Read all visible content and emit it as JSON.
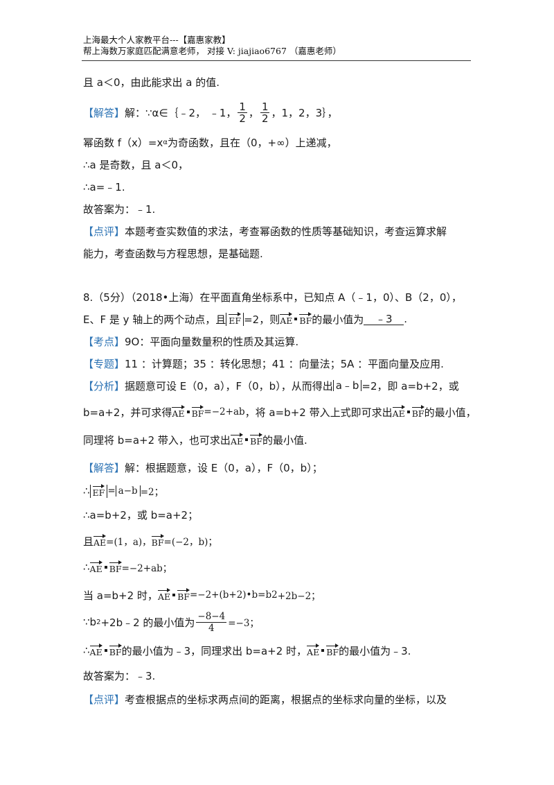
{
  "header": {
    "line1": "上海最大个人家教平台---【嘉惠家教】",
    "line2": "帮上海数万家庭匹配满意老师， 对接 V: jiajiao6767 （嘉惠老师）"
  },
  "p7": {
    "intro": "且 a＜0，由此能求出 a 的值.",
    "jieda_tag": "【解答】",
    "jieda_head": "解：∵α∈｛﹣2， ﹣1，",
    "f1_num": "1",
    "f1_den": "2",
    "sep": "，",
    "f2_num": "1",
    "f2_den": "2",
    "jieda_tail": "，1，2，3｝，",
    "l2": "幂函数 f（x）=x",
    "l2_sup": "α",
    "l2_rest": "为奇函数，且在（0，+∞）上递减，",
    "l3": "∴a 是奇数，且 a＜0，",
    "l4": "∴a=﹣1.",
    "l5": "故答案为：﹣1.",
    "dianping_tag": "【点评】",
    "dianping_1": "本题考查实数值的求法，考查幂函数的性质等基础知识，考查运算求解",
    "dianping_2": "能力，考查函数与方程思想，是基础题."
  },
  "p8": {
    "q1": "8.（5分）（2018•上海）在平面直角坐标系中，已知点 A（﹣1，0）、B（2，0），",
    "q2a": "E、F 是 y 轴上的两个动点，且",
    "q2b": "=2，则",
    "q2c": "的最小值为",
    "answer": "﹣3",
    "q2d": ".",
    "kaodian_tag": "【考点】",
    "kaodian": "9O：平面向量数量积的性质及其运算.",
    "zhuanti_tag": "【专题】",
    "zhuanti": "11 ：计算题；35 ：转化思想；41 ：向量法；5A ：平面向量及应用.",
    "fenxi_tag": "【分析】",
    "fenxi_1a": "据题意可设 E（0，a），F（0，b），从而得出",
    "fenxi_1abs": "a﹣b",
    "fenxi_1b": "=2，即 a=b+2，或",
    "fenxi_2a": "b=a+2，并可求得",
    "fenxi_2m": "=−2+ab",
    "fenxi_2b": "，将 a=b+2 带入上式即可求出",
    "fenxi_2c": "的最小值，",
    "fenxi_3a": "同理将 b=a+2 带入，也可求出",
    "fenxi_3b": "的最小值.",
    "jieda_tag": "【解答】",
    "jieda_1": "解：根据题意，设 E（0，a），F（0，b）；",
    "s1_pre": "∴",
    "s1_eq": "=",
    "s1_abs": "a−b",
    "s1_tail": "=2；",
    "s2": "∴a=b+2，或 b=a+2；",
    "s3_pre": "且",
    "s3_m1": "=(1，a)，",
    "s3_m2": "=(−2，b)；",
    "s4_pre": "∴",
    "s4_m": "=−2+ab；",
    "s5_pre": "当 a=b+2 时，",
    "s5_m": "=−2+(b+2)•b=b",
    "s5_sup": "2",
    "s5_tail": "+2b−2；",
    "s6_a": "∵b",
    "s6_sup": "2",
    "s6_b": "+2b﹣2 的最小值为",
    "s6_num": "−8−4",
    "s6_den": "4",
    "s6_tail": "=−3；",
    "s7_pre": "∴",
    "s7_mid": "的最小值为﹣3，同理求出 b=a+2 时，",
    "s7_tail": "的最小值为﹣3.",
    "s8": "故答案为：﹣3.",
    "dianping_tag": "【点评】",
    "dianping": "考查根据点的坐标求两点间的距离，根据点的坐标求向量的坐标，以及"
  },
  "vectors": {
    "AE": "AE",
    "BF": "BF",
    "EF": "EF"
  }
}
